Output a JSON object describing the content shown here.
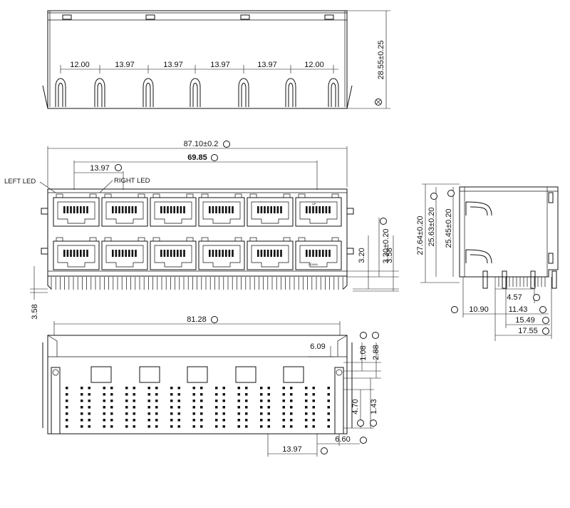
{
  "top_view": {
    "pitch_labels": [
      "12.00",
      "13.97",
      "13.97",
      "13.97",
      "13.97",
      "12.00"
    ],
    "height_label": "28.55±0.25"
  },
  "front_view": {
    "overall_width": "87.10±0.2",
    "led_span": "69.85",
    "port_pitch": "13.97",
    "left_led_label": "LEFT LED",
    "right_led_label": "RIGHT LED",
    "dim_330": "3.30±0.20",
    "dim_320": "3.20",
    "dim_358_right": "3.58",
    "dim_358_left": "3.58",
    "up_mark": "UP",
    "down_mark": "DOWN"
  },
  "side_view": {
    "h1": "27.64±0.20",
    "h2": "25.63±0.20",
    "h3": "25.45±0.20",
    "d1": "4.57",
    "d2": "10.90",
    "d3": "11.43",
    "d4": "15.49",
    "d5": "17.55"
  },
  "bottom_view": {
    "width": "81.28",
    "d_609": "6.09",
    "d_108": "1.08",
    "d_288": "2.88",
    "d_470": "4.70",
    "d_143": "1.43",
    "d_660": "6.60",
    "d_1397": "13.97"
  }
}
